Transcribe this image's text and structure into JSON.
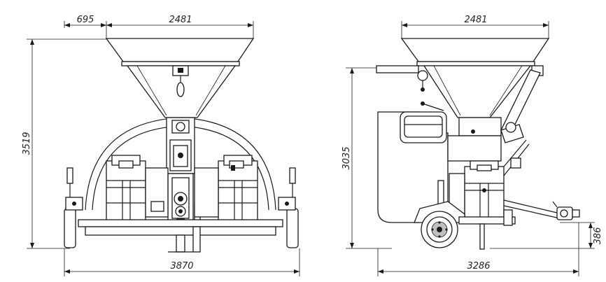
{
  "front_view": {
    "dim_top_offset": "695",
    "dim_top_width": "2481",
    "dim_height": "3519",
    "dim_bottom_width": "3870"
  },
  "side_view": {
    "dim_top_width": "2481",
    "dim_height": "3035",
    "dim_bottom_length": "3286",
    "dim_hitch_height": "386"
  }
}
